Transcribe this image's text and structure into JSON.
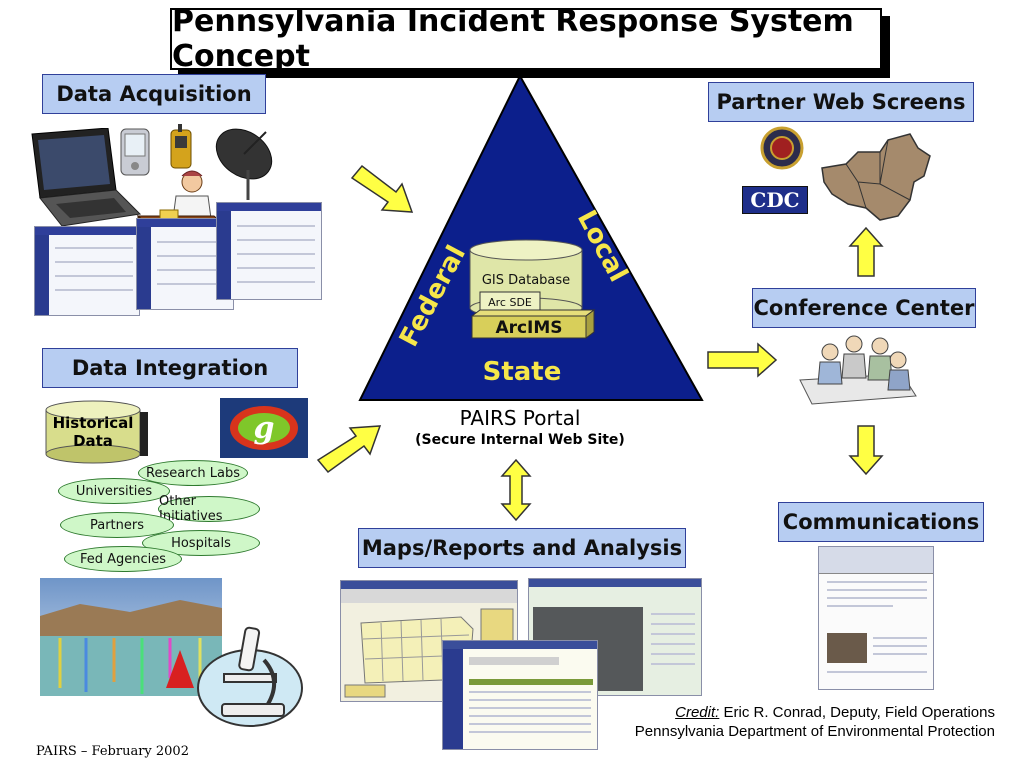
{
  "title": "Pennsylvania Incident Response System Concept",
  "boxes": {
    "data_acquisition": "Data Acquisition",
    "data_integration": "Data Integration",
    "partner_web_screens": "Partner Web Screens",
    "conference_center": "Conference Center",
    "communications": "Communications",
    "maps_reports": "Maps/Reports and Analysis"
  },
  "triangle": {
    "federal": "Federal",
    "local": "Local",
    "state": "State",
    "gis_database": "GIS Database",
    "arc_sde": "Arc SDE",
    "arcims": "ArcIMS"
  },
  "portal": {
    "name": "PAIRS Portal",
    "subtitle": "(Secure Internal Web Site)"
  },
  "historical_data": {
    "line1": "Historical",
    "line2": "Data"
  },
  "integration_partners": [
    "Research Labs",
    "Universities",
    "Other Initiatives",
    "Partners",
    "Hospitals",
    "Fed Agencies"
  ],
  "partner_logos": {
    "cdc": "CDC"
  },
  "credit": {
    "label": "Credit:",
    "line1": "Eric R. Conrad, Deputy, Field Operations",
    "line2": "Pennsylvania Department of Environmental Protection"
  },
  "footer": "PAIRS – February 2002",
  "colors": {
    "triangle": "#0c1f8c",
    "triangle_text": "#f6e64a",
    "box_fill": "#b7cdf2",
    "arrow_fill": "#ffff44",
    "ellipse_fill": "#cff7c8"
  }
}
